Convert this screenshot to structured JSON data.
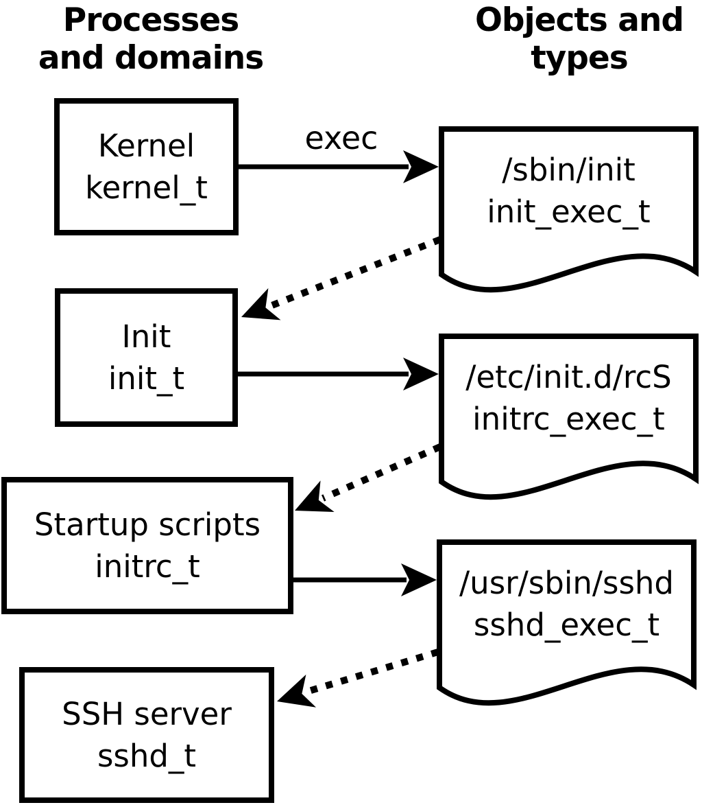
{
  "headers": {
    "left": "Processes\nand domains",
    "right": "Objects and\ntypes"
  },
  "labels": {
    "exec": "exec"
  },
  "processes": [
    {
      "name": "Kernel",
      "domain": "kernel_t"
    },
    {
      "name": "Init",
      "domain": "init_t"
    },
    {
      "name": "Startup scripts",
      "domain": "initrc_t"
    },
    {
      "name": "SSH server",
      "domain": "sshd_t"
    }
  ],
  "objects": [
    {
      "path": "/sbin/init",
      "type": "init_exec_t"
    },
    {
      "path": "/etc/init.d/rcS",
      "type": "initrc_exec_t"
    },
    {
      "path": "/usr/sbin/sshd",
      "type": "sshd_exec_t"
    }
  ],
  "colors": {
    "foreground": "#000000",
    "background": "#ffffff"
  }
}
